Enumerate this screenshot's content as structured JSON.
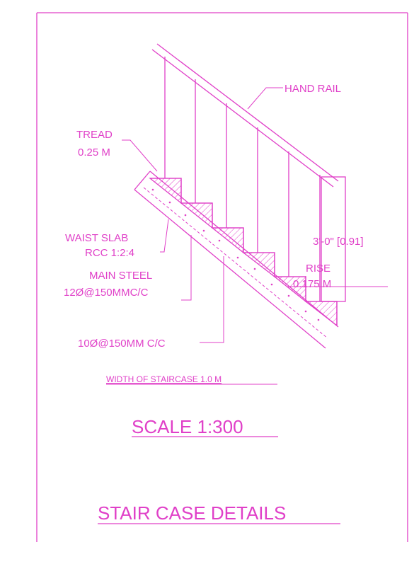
{
  "colors": {
    "ink": "#e040c8",
    "background": "#ffffff"
  },
  "labels": {
    "hand_rail": "HAND RAIL",
    "tread_title": "TREAD",
    "tread_value": "0.25 M",
    "waist_slab": "WAIST SLAB",
    "waist_slab_mix": "RCC 1:2:4",
    "main_steel": "MAIN STEEL",
    "main_steel_spec": "12Ø@150MMC/C",
    "distribution_steel": "10Ø@150MM C/C",
    "height": "3'-0\" [0.91]",
    "rise_title": "RISE",
    "rise_value": "0.175 M",
    "width_note": "WIDTH OF STAIRCASE 1.0 M",
    "scale": "SCALE 1:300",
    "title": "STAIR CASE DETAILS"
  }
}
